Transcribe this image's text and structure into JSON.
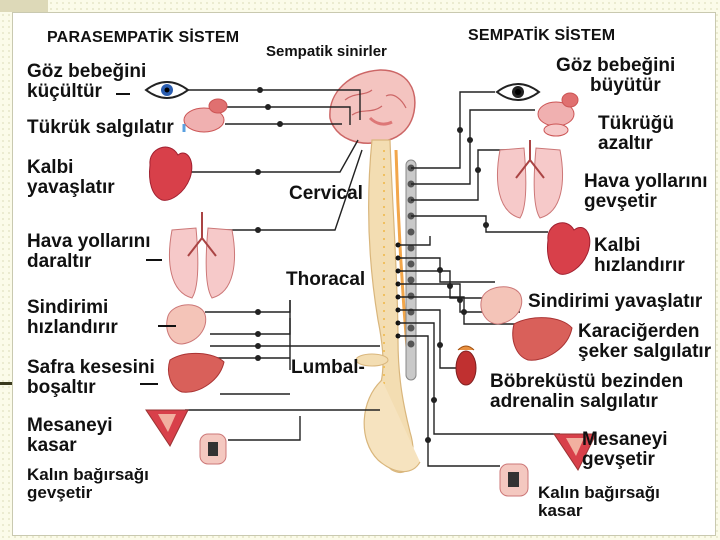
{
  "headers": {
    "left": "PARASEMPATİK SİSTEM",
    "right": "SEMPATİK SİSTEM",
    "nerves": "Sempatik sinirler"
  },
  "regions": {
    "cervical": "Cervical",
    "thoracal": "Thoracal",
    "lumbal": "Lumbal-"
  },
  "parasympathetic": [
    {
      "line1": "Göz bebeğini",
      "line2": "küçültür"
    },
    {
      "line1": "Tükrük salgılatır",
      "line2": ""
    },
    {
      "line1": "Kalbi",
      "line2": "yavaşlatır"
    },
    {
      "line1": "Hava yollarını",
      "line2": "daraltır"
    },
    {
      "line1": "Sindirimi",
      "line2": "hızlandırır"
    },
    {
      "line1": "Safra kesesini",
      "line2": "boşaltır"
    },
    {
      "line1": "Mesaneyi",
      "line2": "kasar"
    },
    {
      "line1": "Kalın bağırsağı",
      "line2": "gevşetir"
    }
  ],
  "sympathetic": [
    {
      "line1": "Göz bebeğini",
      "line2": "büyütür"
    },
    {
      "line1": "Tükrüğü",
      "line2": "azaltır"
    },
    {
      "line1": "Hava yollarını",
      "line2": "gevşetir"
    },
    {
      "line1": "Kalbi",
      "line2": "hızlandırır"
    },
    {
      "line1": "Sindirimi yavaşlatır",
      "line2": ""
    },
    {
      "line1": "Karaciğerden",
      "line2": "şeker salgılatır"
    },
    {
      "line1": "Böbreküstü bezinden",
      "line2": "adrenalin salgılatır"
    },
    {
      "line1": "Mesaneyi",
      "line2": "gevşetir"
    },
    {
      "line1": "Kalın bağırsağı",
      "line2": "kasar"
    }
  ],
  "colors": {
    "organ_red": "#d8404a",
    "organ_pink": "#f0b0b0",
    "spine_bone": "#f3ddb2",
    "nerve_line": "#222222",
    "ganglia": "#9a9a9a"
  }
}
